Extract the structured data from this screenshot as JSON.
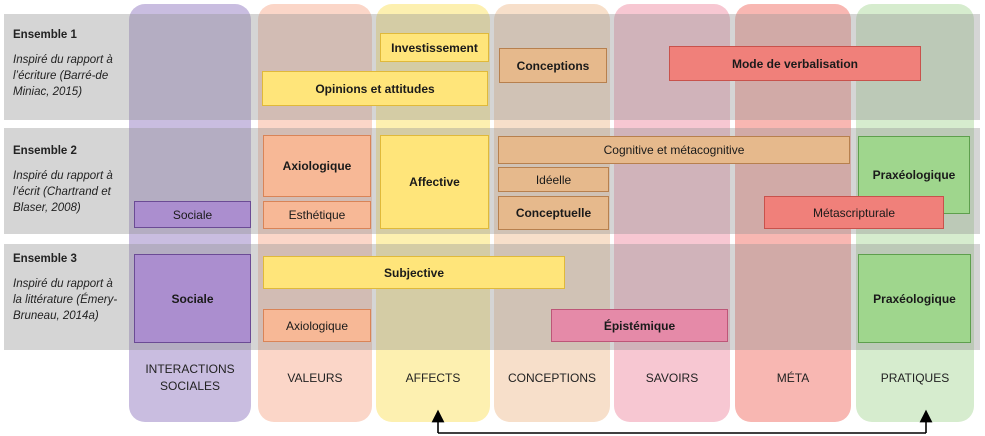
{
  "columns": [
    {
      "key": "interactions",
      "label": "INTERACTIONS\nSOCIALES",
      "color": "#c9bde0"
    },
    {
      "key": "valeurs",
      "label": "VALEURS",
      "color": "#fbd6c8"
    },
    {
      "key": "affects",
      "label": "AFFECTS",
      "color": "#fdf0b0"
    },
    {
      "key": "conceptions",
      "label": "CONCEPTIONS",
      "color": "#f7dfca"
    },
    {
      "key": "savoirs",
      "label": "SAVOIRS",
      "color": "#f7c7d2"
    },
    {
      "key": "meta",
      "label": "MÉTA",
      "color": "#f8b7b2"
    },
    {
      "key": "pratiques",
      "label": "PRATIQUES",
      "color": "#d6ecce"
    }
  ],
  "ensembles": [
    {
      "title": "Ensemble 1",
      "subtitle": "Inspiré du rapport à l’écriture (Barré-de Miniac, 2015)"
    },
    {
      "title": "Ensemble 2",
      "subtitle": "Inspiré du rapport à l’écrit (Chartrand et Blaser, 2008)"
    },
    {
      "title": "Ensemble 3",
      "subtitle": "Inspiré du rapport à la littérature (Émery-Bruneau, 2014a)"
    }
  ],
  "boxes": {
    "investissement": "Investissement",
    "opinions": "Opinions et attitudes",
    "conceptions1": "Conceptions",
    "verbalisation": "Mode de verbalisation",
    "axiologique2": "Axiologique",
    "esthetique": "Esthétique",
    "affective": "Affective",
    "cognitive": "Cognitive et métacognitive",
    "ideelle": "Idéelle",
    "conceptuelle": "Conceptuelle",
    "praxeologique2": "Praxéologique",
    "metascripturale": "Métascripturale",
    "sociale2": "Sociale",
    "sociale3": "Sociale",
    "subjective": "Subjective",
    "axiologique3": "Axiologique",
    "epistemique": "Épistémique",
    "praxeologique3": "Praxéologique"
  }
}
